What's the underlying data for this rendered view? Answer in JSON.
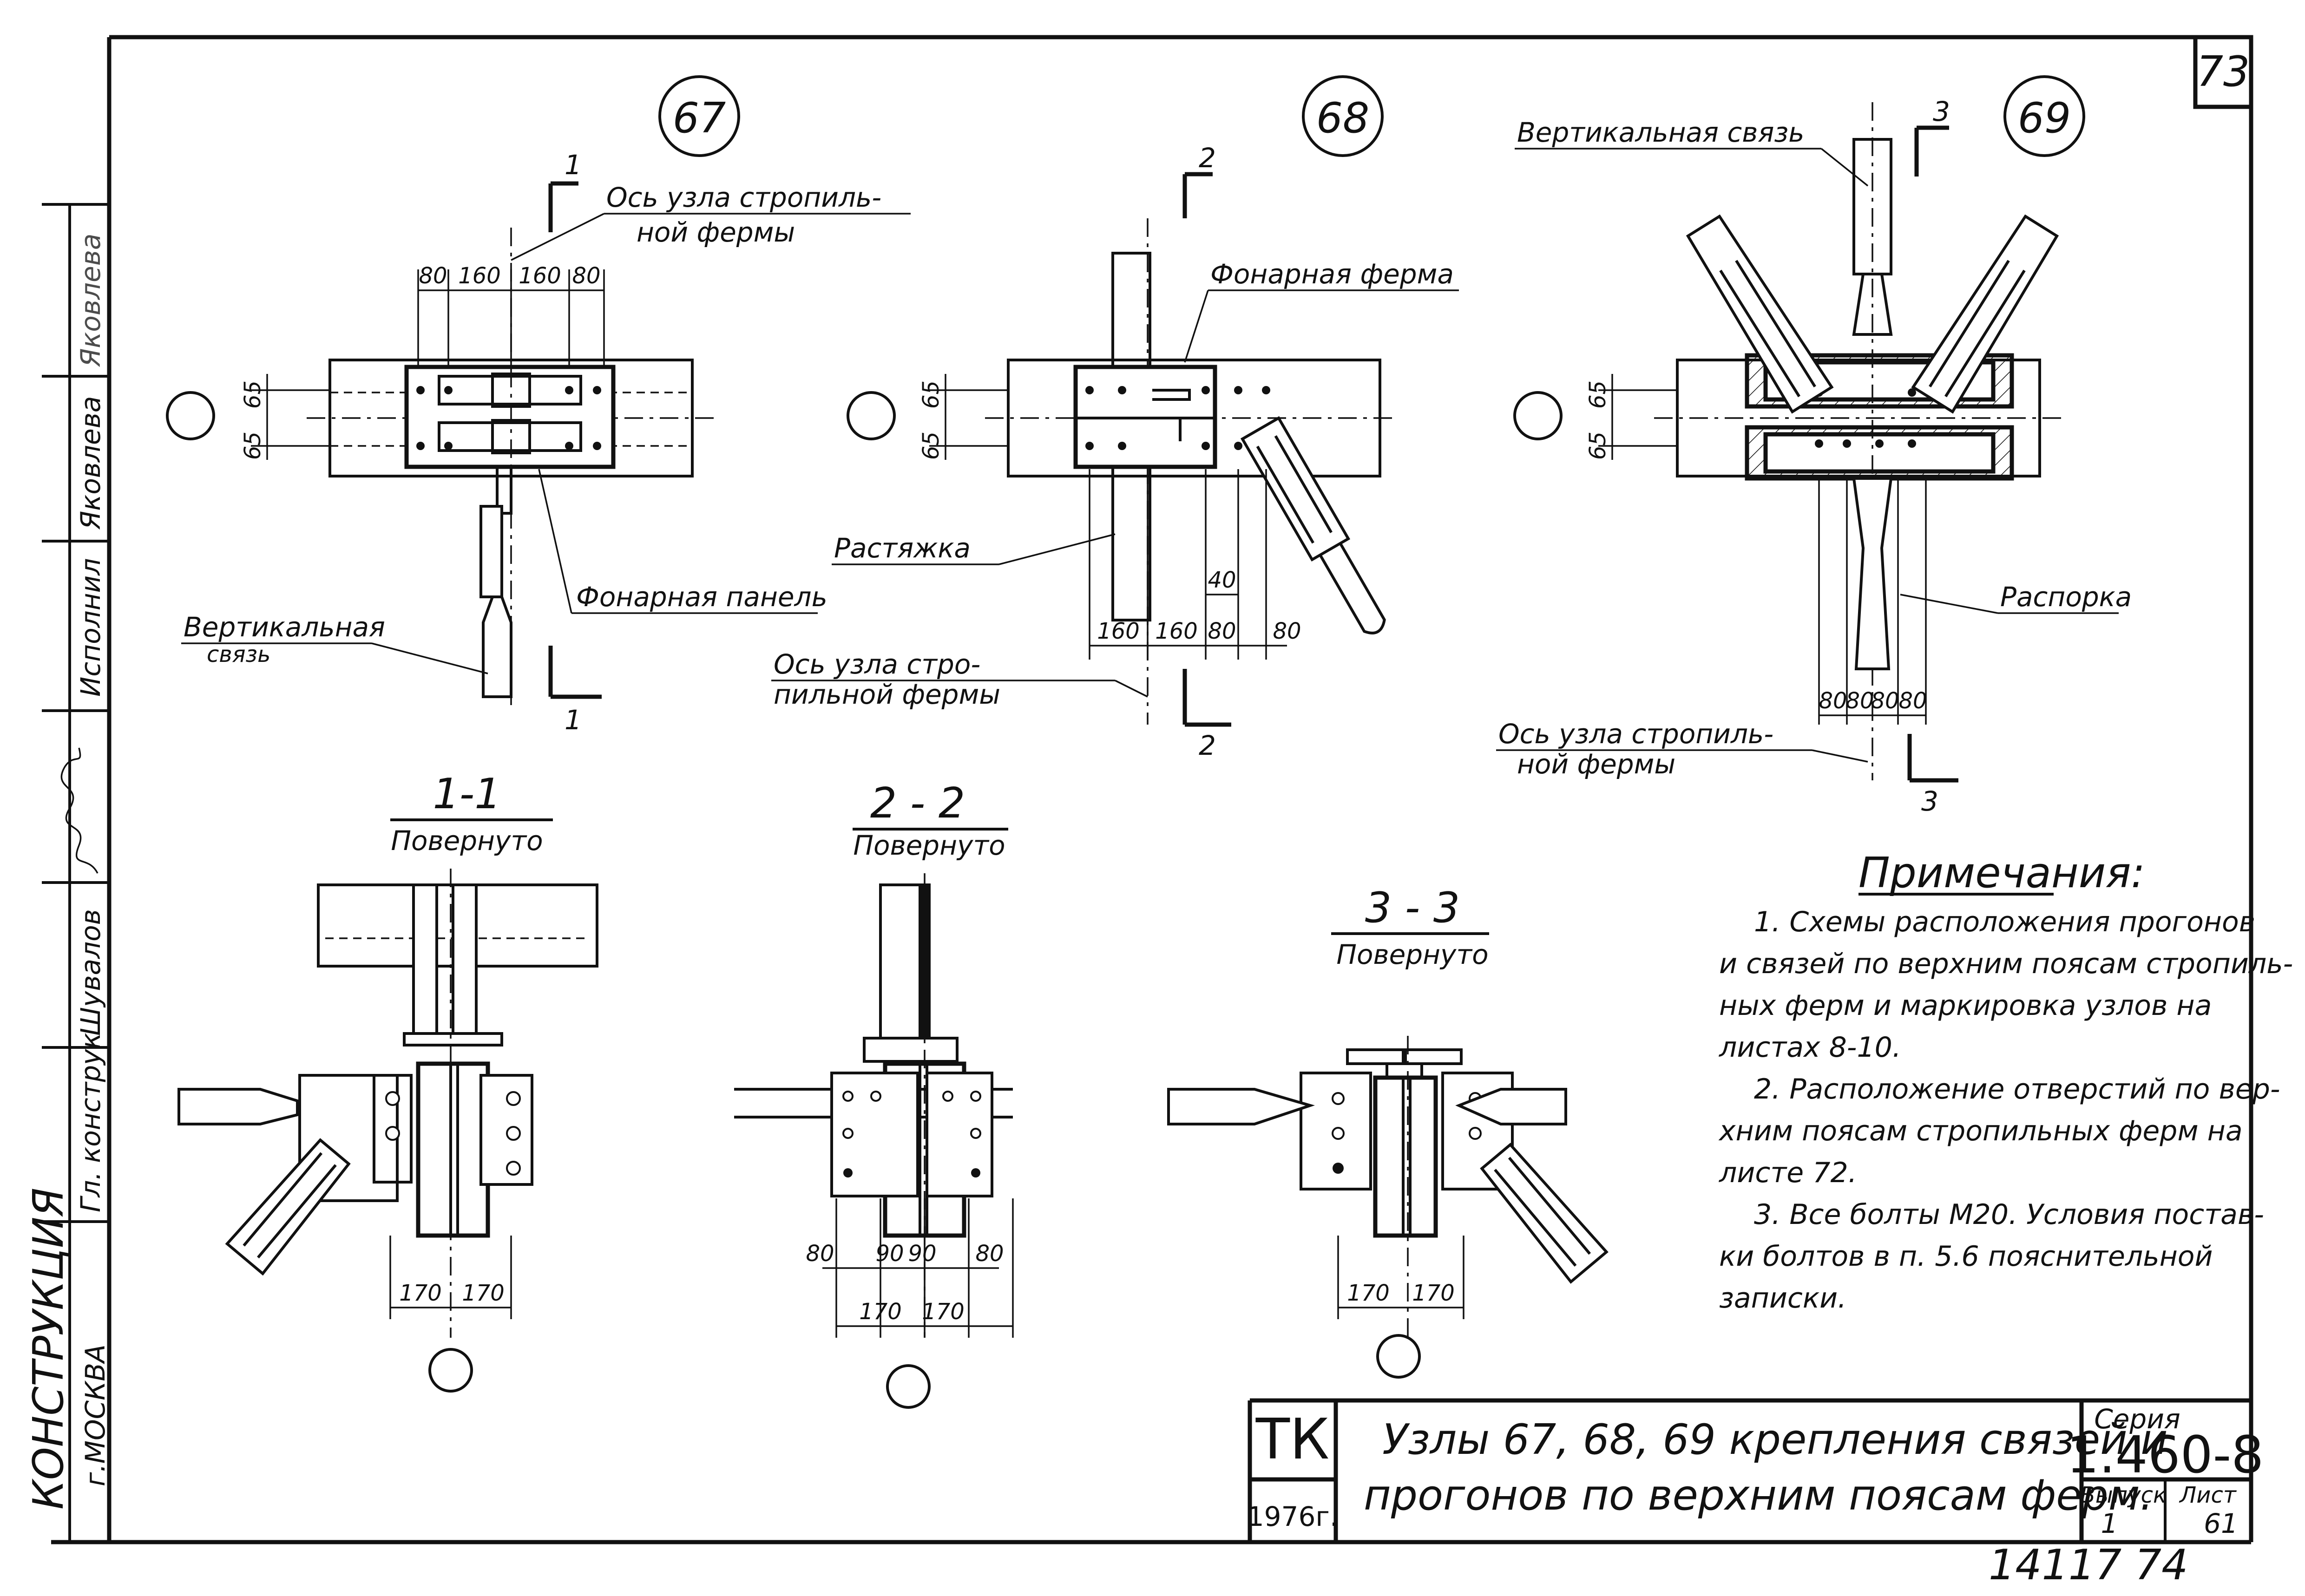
{
  "sheet": {
    "page_number": "73",
    "bottom_numbers": "14117   74"
  },
  "left_strip": {
    "org_line1": "КОНСТРУКЦИЯ",
    "org_line2": "г.МОСКВА",
    "roles": [
      "Гл. конструк",
      "Исполнил"
    ],
    "signatures": [
      "Шувалов",
      "Яковлева",
      "Яковлева"
    ]
  },
  "nodes": {
    "n67": {
      "marker": "67",
      "section_mark": "1",
      "axis_label_1": "Ось  узла  стропиль-",
      "axis_label_2": "ной  фермы",
      "panel_label": "Фонарная  панель",
      "brace_label_1": "Вертикальная",
      "brace_label_2": "связь",
      "dims_top": [
        "80",
        "160",
        "160",
        "80"
      ],
      "dims_side": [
        "65",
        "65"
      ]
    },
    "n68": {
      "marker": "68",
      "section_mark": "2",
      "truss_label": "Фонарная  ферма",
      "tie_label": "Растяжка",
      "axis_label_1": "Ось  узла  стро-",
      "axis_label_2": "пильной  фермы",
      "dims_bottom": [
        "160",
        "160",
        "80",
        "80"
      ],
      "dim_40": "40",
      "dims_side": [
        "65",
        "65"
      ]
    },
    "n69": {
      "marker": "69",
      "section_mark": "3",
      "vert_label": "Вертикальная  связь",
      "strut_label": "Распорка",
      "axis_label_1": "Ось  узла  стропиль-",
      "axis_label_2": "ной  фермы",
      "dims_bottom": [
        "80",
        "80",
        "80",
        "80"
      ],
      "dims_side": [
        "65",
        "65"
      ]
    }
  },
  "sections": {
    "s1": {
      "title": "1-1",
      "subtitle": "Повернуто",
      "dims": [
        "170",
        "170"
      ]
    },
    "s2": {
      "title": "2 - 2",
      "subtitle": "Повернуто",
      "dims_top": [
        "80",
        "90",
        "90",
        "80"
      ],
      "dims": [
        "170",
        "170"
      ]
    },
    "s3": {
      "title": "3 - 3",
      "subtitle": "Повернуто",
      "dims": [
        "170",
        "170"
      ]
    }
  },
  "notes": {
    "heading": "Примечания:",
    "lines": [
      "1.  Схемы  расположения  прогонов",
      "и  связей   по  верхним  поясам  стропиль-",
      "ных  ферм  и  маркировка  узлов  на",
      "листах  8-10.",
      "2.   Расположение  отверстий  по  вер-",
      "хним  поясам  стропильных  ферм  на",
      "листе  72.",
      "3.   Все  болты  М20.  Условия  постав-",
      "ки  болтов   в  п. 5.6  пояснительной",
      "записки."
    ]
  },
  "title_block": {
    "code": "ТК",
    "year": "1976г.",
    "title_line1": "Узлы  67, 68, 69  крепления   связей  и",
    "title_line2": "прогонов   по  верхним   поясам   ферм.",
    "series_label": "Серия",
    "series_value": "1.460-8",
    "issue_label": "Выпуск",
    "issue_value": "1",
    "sheet_label": "Лист",
    "sheet_value": "61"
  }
}
